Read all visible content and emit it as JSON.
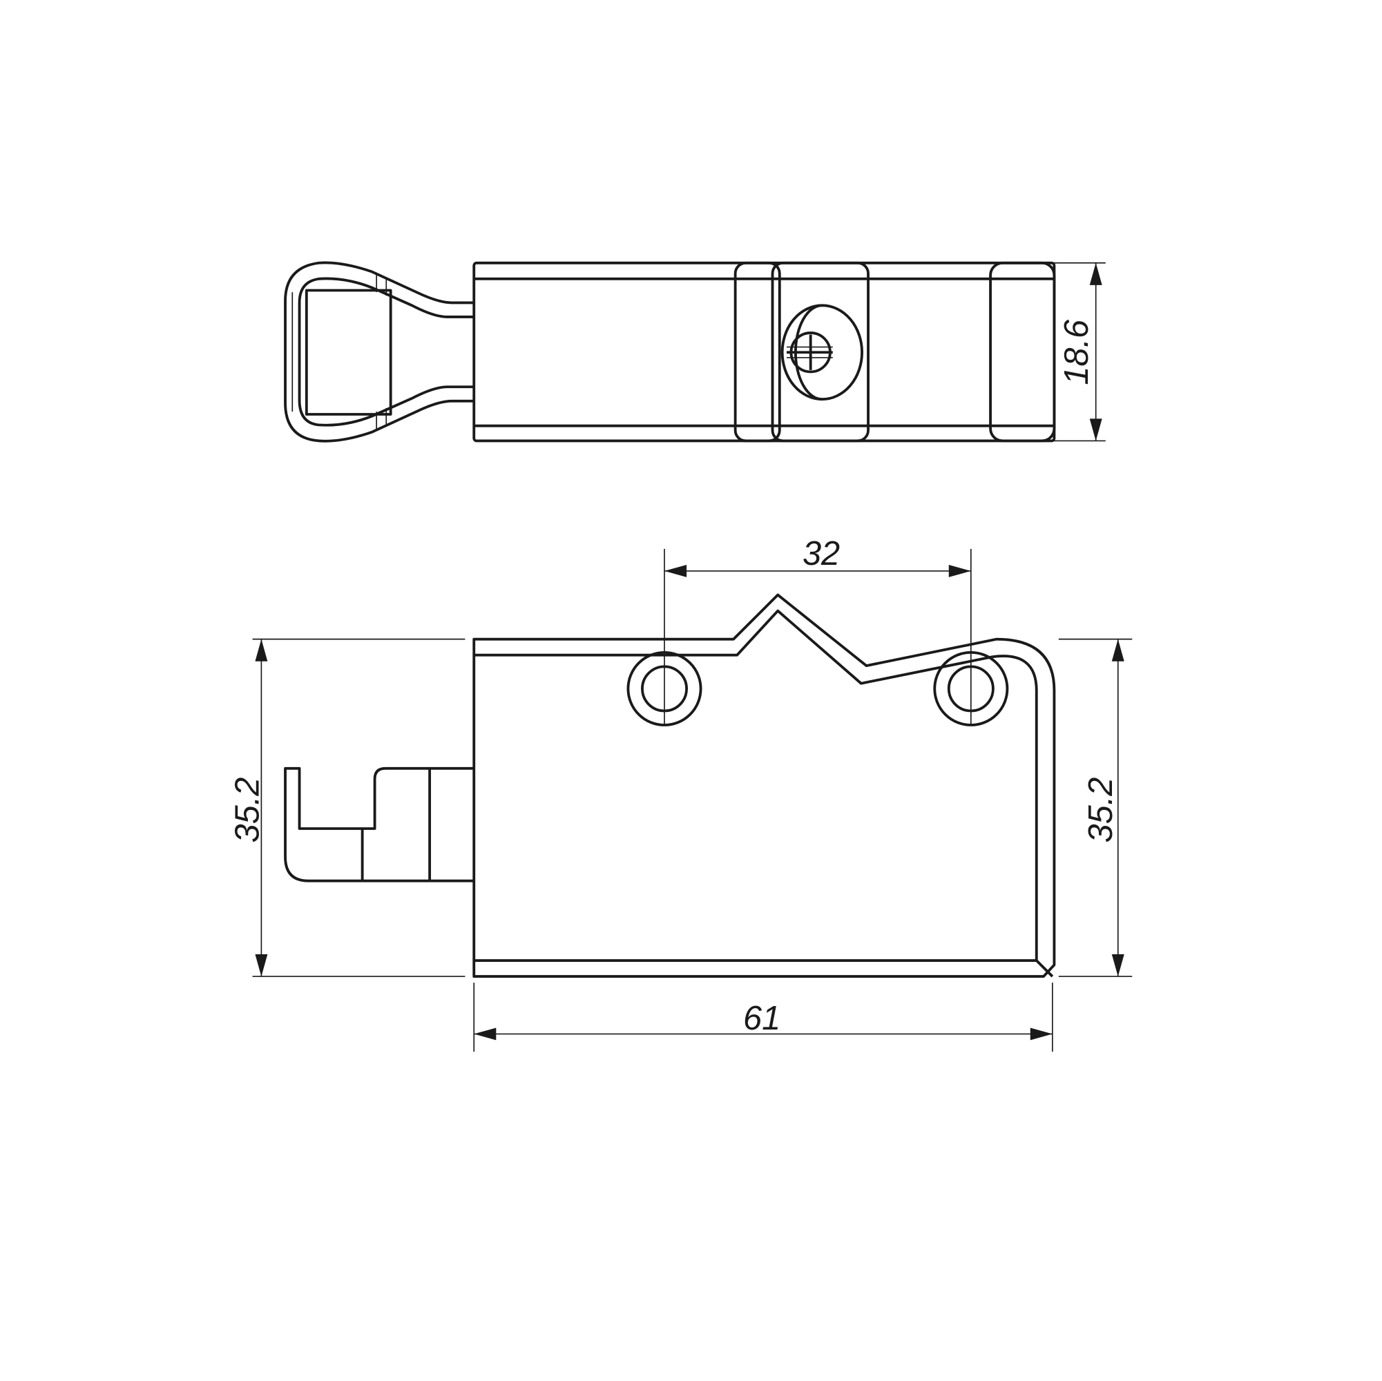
{
  "drawing": {
    "top_view": {
      "dimension_height": "18.6"
    },
    "front_view": {
      "dimension_hole_spacing": "32",
      "dimension_height_left": "35.2",
      "dimension_height_right": "35.2",
      "dimension_width": "61"
    }
  }
}
